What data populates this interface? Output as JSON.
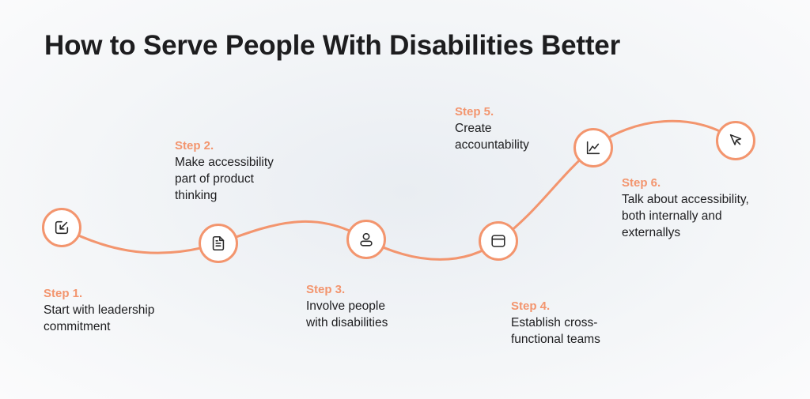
{
  "title": "How to Serve People With Disabilities Better",
  "accent_color": "#f3956e",
  "text_color": "#1d1d1f",
  "steps": [
    {
      "label": "Step 1.",
      "lines": [
        "Start with leadership",
        "commitment"
      ],
      "icon": "external-link-icon"
    },
    {
      "label": "Step 2.",
      "lines": [
        "Make accessibility",
        "part of product",
        "thinking"
      ],
      "icon": "document-icon"
    },
    {
      "label": "Step 3.",
      "lines": [
        "Involve people",
        "with disabilities"
      ],
      "icon": "user-icon"
    },
    {
      "label": "Step 4.",
      "lines": [
        "Establish cross-",
        "functional teams"
      ],
      "icon": "browser-window-icon"
    },
    {
      "label": "Step 5.",
      "lines": [
        "Create",
        "accountability"
      ],
      "icon": "line-chart-icon"
    },
    {
      "label": "Step 6.",
      "lines": [
        "Talk about accessibility,",
        "both internally and",
        "externallys"
      ],
      "icon": "cursor-icon"
    }
  ]
}
